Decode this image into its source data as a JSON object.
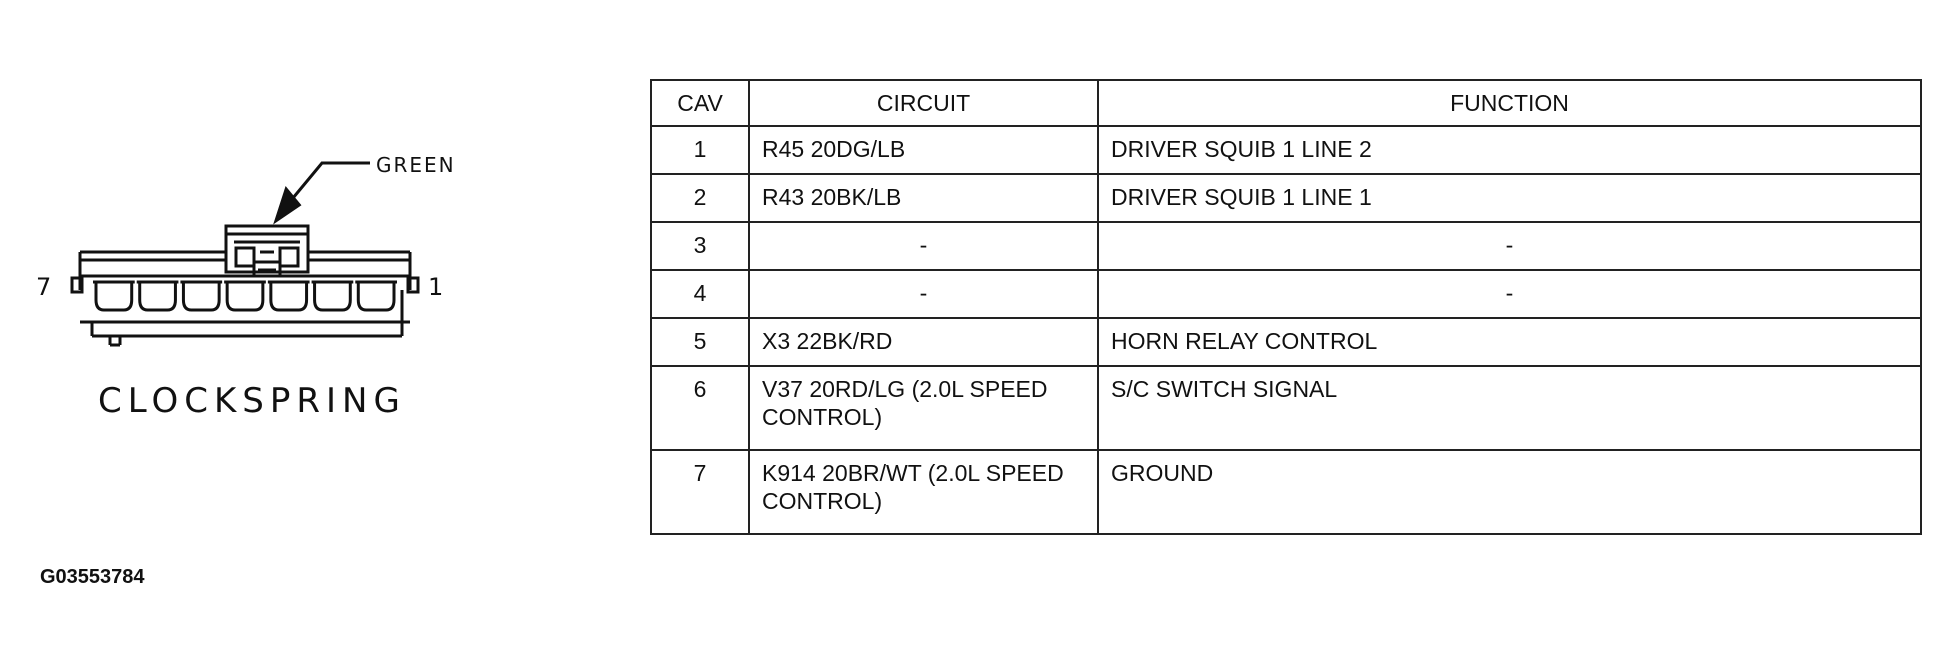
{
  "diagram": {
    "connector_color_label": "GREEN",
    "pin_left_label": "7",
    "pin_right_label": "1",
    "component_label": "CLOCKSPRING",
    "cavity_count": 7
  },
  "table": {
    "headers": {
      "cav": "CAV",
      "circuit": "CIRCUIT",
      "function": "FUNCTION"
    },
    "rows": [
      {
        "cav": "1",
        "circuit": "R45 20DG/LB",
        "function": "DRIVER SQUIB 1 LINE 2",
        "empty": false
      },
      {
        "cav": "2",
        "circuit": "R43 20BK/LB",
        "function": "DRIVER SQUIB 1 LINE 1",
        "empty": false
      },
      {
        "cav": "3",
        "circuit": "-",
        "function": "-",
        "empty": true
      },
      {
        "cav": "4",
        "circuit": "-",
        "function": "-",
        "empty": true
      },
      {
        "cav": "5",
        "circuit": "X3 22BK/RD",
        "function": "HORN RELAY CONTROL",
        "empty": false
      },
      {
        "cav": "6",
        "circuit": "V37 20RD/LG (2.0L SPEED CONTROL)",
        "function": "S/C SWITCH SIGNAL",
        "empty": false
      },
      {
        "cav": "7",
        "circuit": "K914 20BR/WT (2.0L SPEED CONTROL)",
        "function": "GROUND",
        "empty": false
      }
    ]
  },
  "figure_id": "G03553784"
}
